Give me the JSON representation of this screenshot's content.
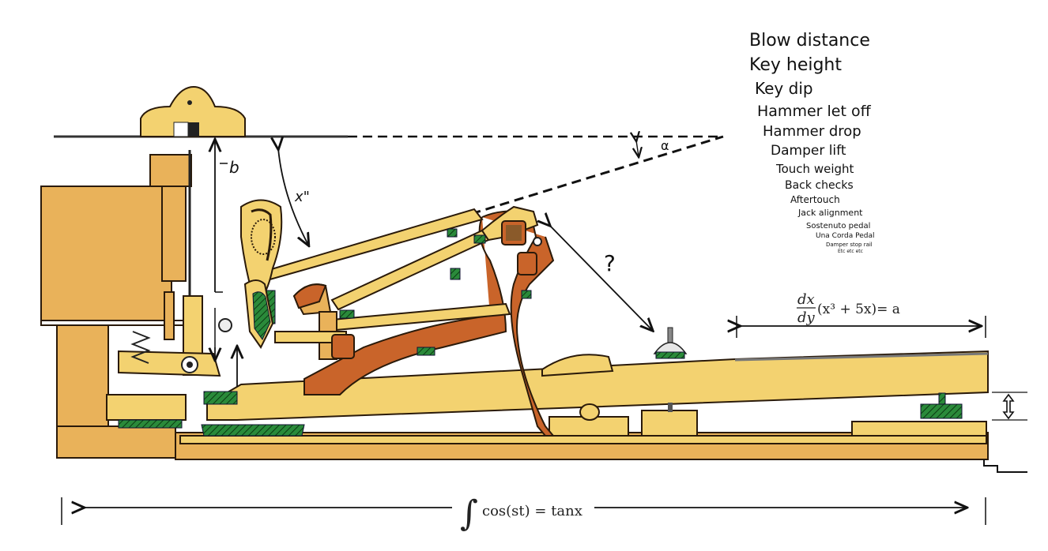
{
  "list": {
    "items": [
      "Blow distance",
      "Key height",
      "Key dip",
      "Hammer let off",
      "Hammer drop",
      "Damper lift",
      "Touch weight",
      "Back checks",
      "Aftertouch",
      "Jack alignment",
      "Sostenuto pedal",
      "Una Corda Pedal",
      "Damper stop rail",
      "Etc etc etc"
    ]
  },
  "labels": {
    "b": "b",
    "x_angle": "x\"",
    "alpha": "α",
    "question": "?",
    "integral": "∫",
    "bottom_formula": "cos(st) = tanx",
    "deriv_num": "dx",
    "deriv_den": "dy",
    "deriv_body": "(x³ + 5x)=  a"
  },
  "colors": {
    "wood": "#e9b25a",
    "light_wood": "#f3d270",
    "dark_wood": "#c9642a",
    "felt": "#2a8a3a"
  }
}
